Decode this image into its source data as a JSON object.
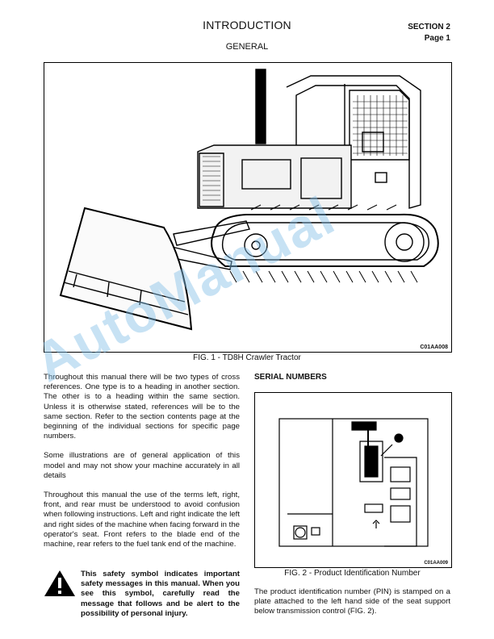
{
  "header": {
    "title": "INTRODUCTION",
    "subtitle": "GENERAL",
    "section": "SECTION 2",
    "page": "Page 1"
  },
  "figure1": {
    "caption": "FIG. 1 - TD8H Crawler Tractor",
    "code": "C01AA008"
  },
  "left_column": {
    "paragraphs": [
      "Throughout this manual there will be two types of cross references. One type is to a heading in another section. The other is to a heading within the same section. Unless it is otherwise stated, references will be to the same section. Refer to the section contents page at the beginning of the individual sections for specific page numbers.",
      "Some illustrations are of general application of this model and may not show your machine accurately in all details",
      "Throughout this manual the use of the terms left, right, front, and rear must be understood to avoid confusion when following instructions. Left and right indicate the left and right sides of the machine when facing forward in the operator's seat. Front refers to the blade end of the machine, rear refers to the fuel tank end of the machine."
    ],
    "warning": "This safety symbol indicates important safety messages in this manual. When you see this symbol, carefully read the message that follows and be alert to the possibility of personal injury."
  },
  "right_column": {
    "heading": "SERIAL NUMBERS",
    "figure2_caption": "FIG. 2 - Product Identification Number",
    "figure2_code": "C01AA009",
    "pin_text": "The product identification number (PIN) is stamped on a plate attached to the left hand side of the seat support below transmission control (FIG. 2)."
  },
  "watermark": "AutoManual",
  "icons": [
    "warning-triangle-icon"
  ]
}
